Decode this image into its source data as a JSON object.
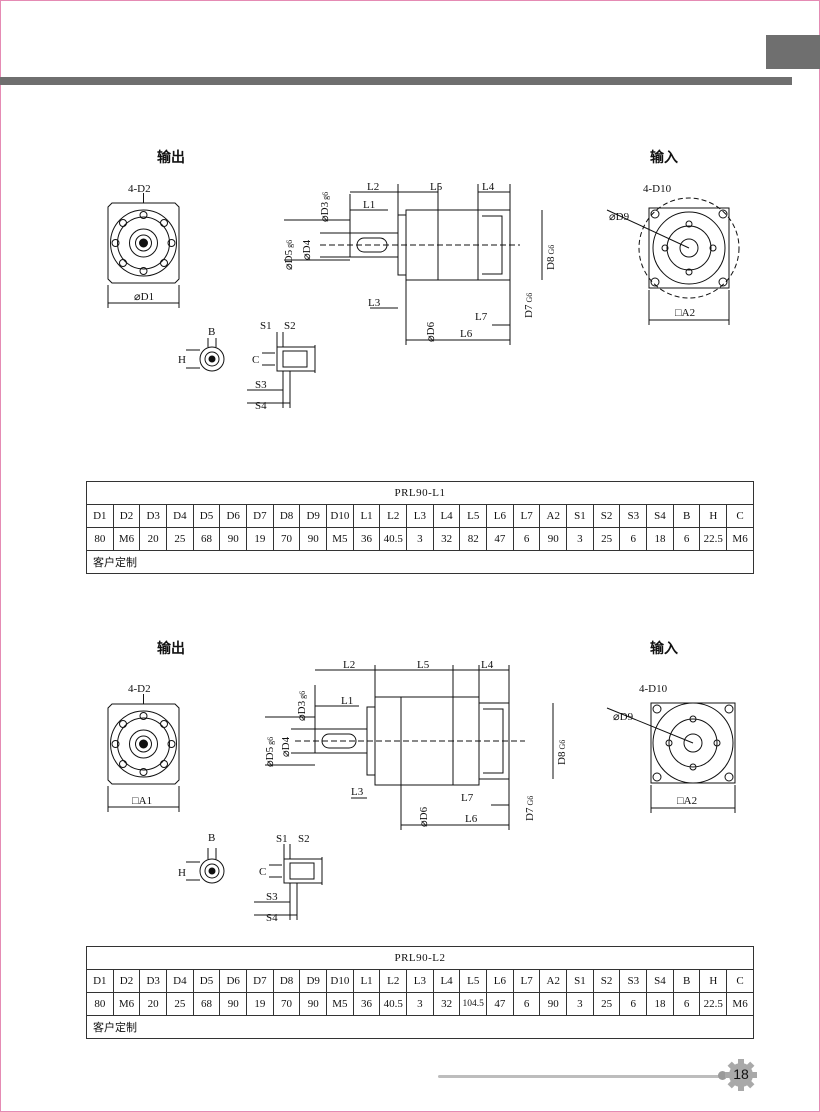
{
  "header": {
    "bar_color": "#6f6f6f"
  },
  "section1": {
    "output_label": "输出",
    "input_label": "输入",
    "table_title": "PRL90-L1",
    "headers": [
      "D1",
      "D2",
      "D3",
      "D4",
      "D5",
      "D6",
      "D7",
      "D8",
      "D9",
      "D10",
      "L1",
      "L2",
      "L3",
      "L4",
      "L5",
      "L6",
      "L7",
      "A2",
      "S1",
      "S2",
      "S3",
      "S4",
      "B",
      "H",
      "C"
    ],
    "values": [
      "80",
      "M6",
      "20",
      "25",
      "68",
      "90",
      "19",
      "70",
      "90",
      "M5",
      "36",
      "40.5",
      "3",
      "32",
      "82",
      "47",
      "6",
      "90",
      "3",
      "25",
      "6",
      "18",
      "6",
      "22.5",
      "M6"
    ],
    "note": "客户定制",
    "dims": {
      "d2": "4-D2",
      "d1": "D1",
      "l2": "L2",
      "l1": "L1",
      "l5": "L5",
      "l4": "L4",
      "d3": "D3",
      "d3_tol": "g6",
      "d5": "D5",
      "d5_tol": "g6",
      "d4": "D4",
      "l3": "L3",
      "d6": "D6",
      "l7": "L7",
      "l6": "L6",
      "d7": "D7",
      "d7_tol": "G6",
      "d8": "D8",
      "d8_tol": "G6",
      "d10": "4-D10",
      "d9": "D9",
      "a2": "A2",
      "b": "B",
      "h": "H",
      "s1": "S1",
      "s2": "S2",
      "c": "C",
      "s3": "S3",
      "s4": "S4"
    }
  },
  "section2": {
    "output_label": "输出",
    "input_label": "输入",
    "table_title": "PRL90-L2",
    "headers": [
      "D1",
      "D2",
      "D3",
      "D4",
      "D5",
      "D6",
      "D7",
      "D8",
      "D9",
      "D10",
      "L1",
      "L2",
      "L3",
      "L4",
      "L5",
      "L6",
      "L7",
      "A2",
      "S1",
      "S2",
      "S3",
      "S4",
      "B",
      "H",
      "C"
    ],
    "values": [
      "80",
      "M6",
      "20",
      "25",
      "68",
      "90",
      "19",
      "70",
      "90",
      "M5",
      "36",
      "40.5",
      "3",
      "32",
      "104.5",
      "47",
      "6",
      "90",
      "3",
      "25",
      "6",
      "18",
      "6",
      "22.5",
      "M6"
    ],
    "note": "客户定制",
    "dims": {
      "d2": "4-D2",
      "a1": "A1",
      "l2": "L2",
      "l1": "L1",
      "l5": "L5",
      "l4": "L4",
      "d3": "D3",
      "d3_tol": "g6",
      "d5": "D5",
      "d5_tol": "g6",
      "d4": "D4",
      "l3": "L3",
      "d6": "D6",
      "l7": "L7",
      "l6": "L6",
      "d7": "D7",
      "d7_tol": "G6",
      "d8": "D8",
      "d8_tol": "G6",
      "d10": "4-D10",
      "d9": "D9",
      "a2": "A2",
      "b": "B",
      "h": "H",
      "s1": "S1",
      "s2": "S2",
      "c": "C",
      "s3": "S3",
      "s4": "S4"
    }
  },
  "footer": {
    "page_number": "18"
  }
}
